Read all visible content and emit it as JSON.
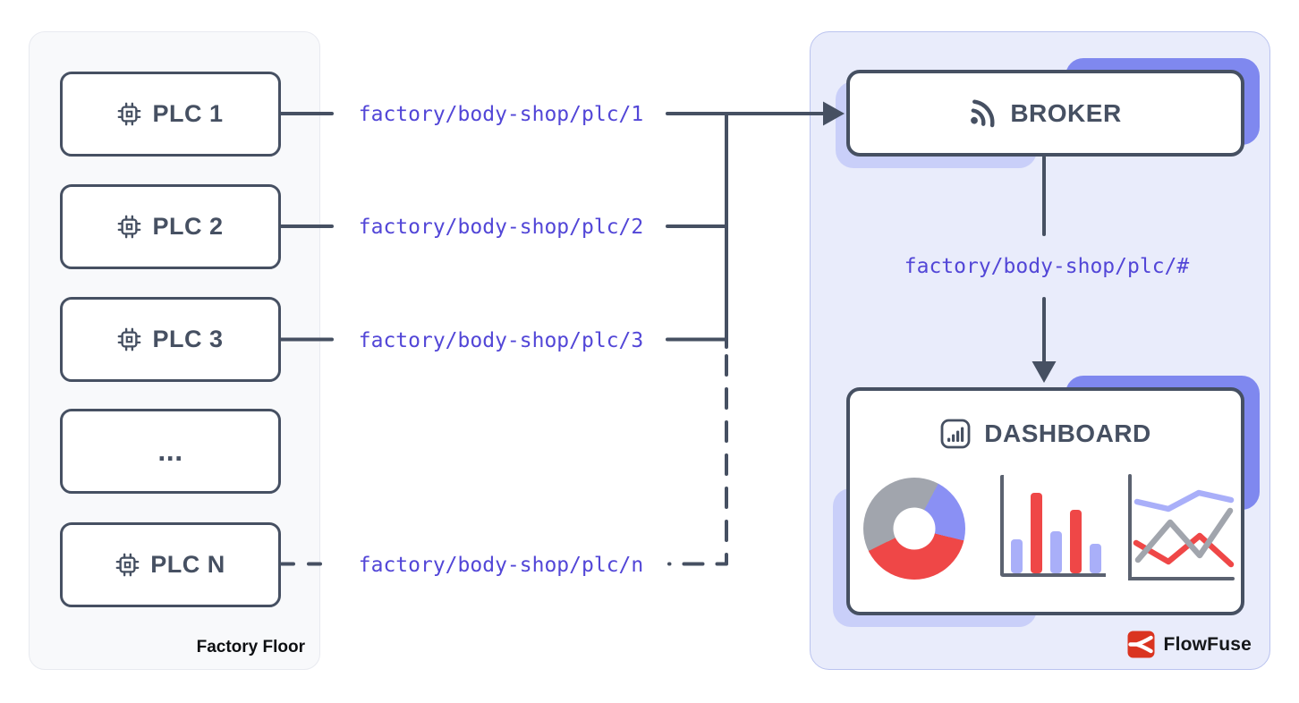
{
  "factory": {
    "label": "Factory Floor",
    "nodes": [
      {
        "label": "PLC 1",
        "icon": "cpu-icon"
      },
      {
        "label": "PLC 2",
        "icon": "cpu-icon"
      },
      {
        "label": "PLC 3",
        "icon": "cpu-icon"
      },
      {
        "label": "...",
        "icon": "none"
      },
      {
        "label": "PLC N",
        "icon": "cpu-icon"
      }
    ]
  },
  "topics": {
    "plc1": "factory/body-shop/plc/1",
    "plc2": "factory/body-shop/plc/2",
    "plc3": "factory/body-shop/plc/3",
    "plcn": "factory/body-shop/plc/n",
    "wildcard": "factory/body-shop/plc/#"
  },
  "broker": {
    "label": "BROKER",
    "icon": "rss-icon"
  },
  "dashboard": {
    "label": "DASHBOARD",
    "icon": "bar-chart-icon"
  },
  "brand": {
    "label": "FlowFuse",
    "icon": "flowfuse-logo"
  },
  "colors": {
    "stroke": "#465062",
    "topic_text": "#5246d7",
    "left_panel_bg": "#f8f9fb",
    "right_panel_bg": "#e9ecfb",
    "right_panel_border": "#bac3ef",
    "shadow_purple": "#7f88ef",
    "shadow_light": "#c9cff9",
    "chart_red": "#ef4747",
    "chart_gray": "#a1a5ad",
    "chart_periwinkle": "#a9aff9",
    "donut_blue": "#8a90f4",
    "brand_red": "#da3420"
  },
  "chart_data": [
    {
      "type": "pie",
      "variant": "donut",
      "note": "decorative dashboard illustration, no labels",
      "start_angle_deg": 28,
      "segments": [
        {
          "name": "blue",
          "value": 21,
          "color": "#8a90f4"
        },
        {
          "name": "red",
          "value": 39,
          "color": "#ef4747"
        },
        {
          "name": "gray",
          "value": 40,
          "color": "#a1a5ad"
        }
      ]
    },
    {
      "type": "bar",
      "note": "decorative dashboard illustration, no axis labels",
      "values": [
        38,
        90,
        47,
        71,
        33
      ],
      "colors": [
        "#a9aff9",
        "#ef4747",
        "#a9aff9",
        "#ef4747",
        "#a9aff9"
      ]
    },
    {
      "type": "line",
      "note": "decorative dashboard illustration, points in 122x122 local coords",
      "series": [
        {
          "name": "blue",
          "color": "#a9aff9",
          "points": [
            [
              12,
              32
            ],
            [
              47,
              40
            ],
            [
              81,
              22
            ],
            [
              117,
              30
            ]
          ]
        },
        {
          "name": "red",
          "color": "#ef4747",
          "points": [
            [
              11,
              78
            ],
            [
              47,
              99
            ],
            [
              82,
              70
            ],
            [
              117,
              102
            ]
          ]
        },
        {
          "name": "gray",
          "color": "#a1a5ad",
          "points": [
            [
              13,
              97
            ],
            [
              49,
              55
            ],
            [
              82,
              92
            ],
            [
              116,
              42
            ]
          ]
        }
      ]
    }
  ]
}
